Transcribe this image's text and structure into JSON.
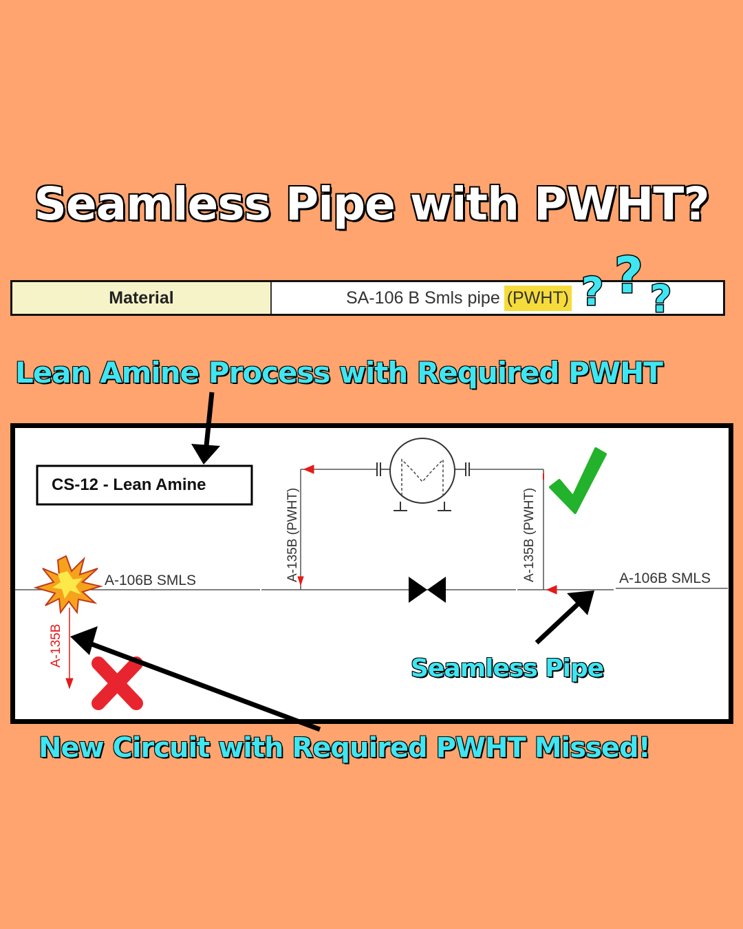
{
  "title": "Seamless Pipe with PWHT?",
  "material_table": {
    "label": "Material",
    "value": "SA-106 B Smls pipe",
    "highlight": "(PWHT)"
  },
  "annotations": {
    "top": "Lean Amine Process with Required PWHT",
    "seamless": "Seamless Pipe",
    "bottom": "New Circuit with Required PWHT Missed!"
  },
  "diagram": {
    "circuit_box": "CS-12 - Lean Amine",
    "left_pipe_label": "A-106B SMLS",
    "right_pipe_label": "A-106B SMLS",
    "branch_left_label": "A-135B (PWHT)",
    "branch_right_label": "A-135B (PWHT)",
    "new_branch_label": "A-135B"
  },
  "colors": {
    "background": "#FFA46E",
    "annotation_text": "#3FE6F2",
    "highlight": "#F6DC3A",
    "check": "#22B22B",
    "cross": "#E8252E",
    "flow_arrow": "#E31B1B"
  },
  "icons": [
    "question-marks-icon",
    "heat-exchanger-icon",
    "gate-valve-icon",
    "check-icon",
    "cross-icon",
    "explosion-icon"
  ]
}
